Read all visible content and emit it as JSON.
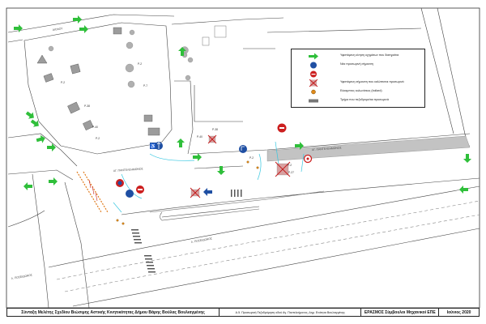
{
  "map": {
    "street_labels": {
      "top_street": "ΑΙΟΛΟΥ",
      "middle_street": "ΑΓ. ΠΑΝΤΕΛΕΗΜΟΝΟΣ",
      "right_street": "ΑΓ. ΠΑΝΤΕΛΕΗΜΟΝΟΣ",
      "avenue_upper": "Λ. ΠΟΣΕΙΔΩΝΟΣ",
      "avenue_lower": "Λ. ΠΟΣΕΙΔΩΝΟΣ"
    },
    "sign_codes": [
      "Ρ-2",
      "Ρ-7",
      "Ρ-2",
      "Ρ-38",
      "Ρ-40",
      "Ρ-2",
      "Ρ-40",
      "Ρ-38",
      "Ρ-2",
      "Ρ-2",
      "Ρ-27"
    ]
  },
  "legend": {
    "items": [
      {
        "symbol": "green-arrow",
        "text": "Υφιστάμενη κίνηση οχημάτων που διατηρείται"
      },
      {
        "symbol": "blue-sign",
        "text": "Νέα προσωρινή σήμανση"
      },
      {
        "symbol": "red-sign",
        "text": ""
      },
      {
        "symbol": "removed-sign",
        "text": "Υφιστάμενη σήμανση που καλύπτεται προσωρινά"
      },
      {
        "symbol": "bollard",
        "text": "Εύκαμπτος κολωνίσκος (bollard)"
      },
      {
        "symbol": "grey-bar",
        "text": "Τμήμα που πεζοδρομείται προσωρινά"
      }
    ]
  },
  "title_block": {
    "study": "Σύνταξη Μελέτης Σχεδίου Βιώσιμης Αστικής Κινητικότητας Δήμου Βάρης Βούλας Βουλιαγμένης",
    "project": "Α.5. Προσωρινή Πεζοδρόμηση οδού Αγ. Παντελεήμονος, Δημ. Ενότητα Βουλιαγμένης",
    "company": "ΕΡΑΣΜΟΣ Σύμβουλοι Μηχανικοί ΕΠΕ",
    "date": "Ιούνιος 2020"
  },
  "colors": {
    "line": "#333333",
    "building": "#9c9c9c",
    "tree": "#b0b0b0",
    "sign_blue": "#1f4fa3",
    "sign_red": "#cc1f1f",
    "arrow_green": "#2fbf3a",
    "cyan": "#35c6e0",
    "pedestrian_zone": "#c3c3c3",
    "barrier_orange": "#e07a1a"
  }
}
